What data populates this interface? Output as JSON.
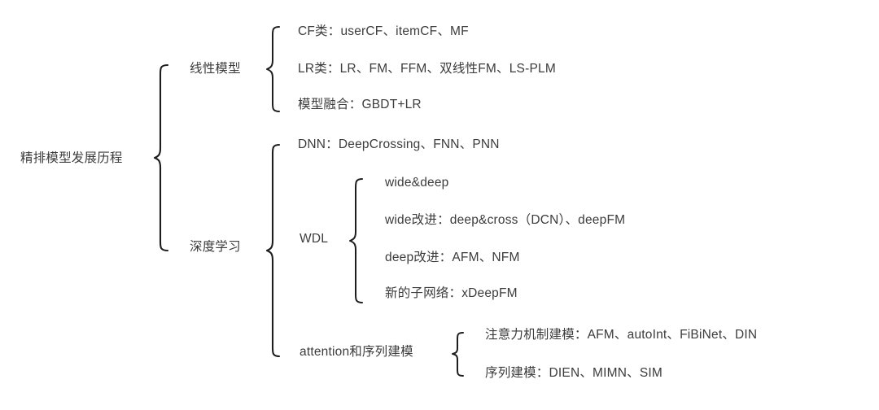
{
  "diagram": {
    "title": "精排模型发展历程",
    "type": "bracket-tree",
    "root": {
      "label": "精排模型发展历程"
    },
    "level2": [
      {
        "label": "线性模型"
      },
      {
        "label": "深度学习"
      }
    ],
    "linear_items": [
      "CF类：userCF、itemCF、MF",
      "LR类：LR、FM、FFM、双线性FM、LS-PLM",
      "模型融合：GBDT+LR"
    ],
    "deep_items": [
      "DNN：DeepCrossing、FNN、PNN"
    ],
    "wdl": {
      "label": "WDL",
      "items": [
        "wide&deep",
        "wide改进：deep&cross（DCN）、deepFM",
        "deep改进：AFM、NFM",
        "新的子网络：xDeepFM"
      ]
    },
    "attention": {
      "label": "attention和序列建模",
      "items": [
        "注意力机制建模：AFM、autoInt、FiBiNet、DIN",
        "序列建模：DIEN、MIMN、SIM"
      ]
    },
    "colors": {
      "text": "#3c3c3c",
      "brace": "#1d1d1d",
      "background": "#ffffff"
    }
  }
}
